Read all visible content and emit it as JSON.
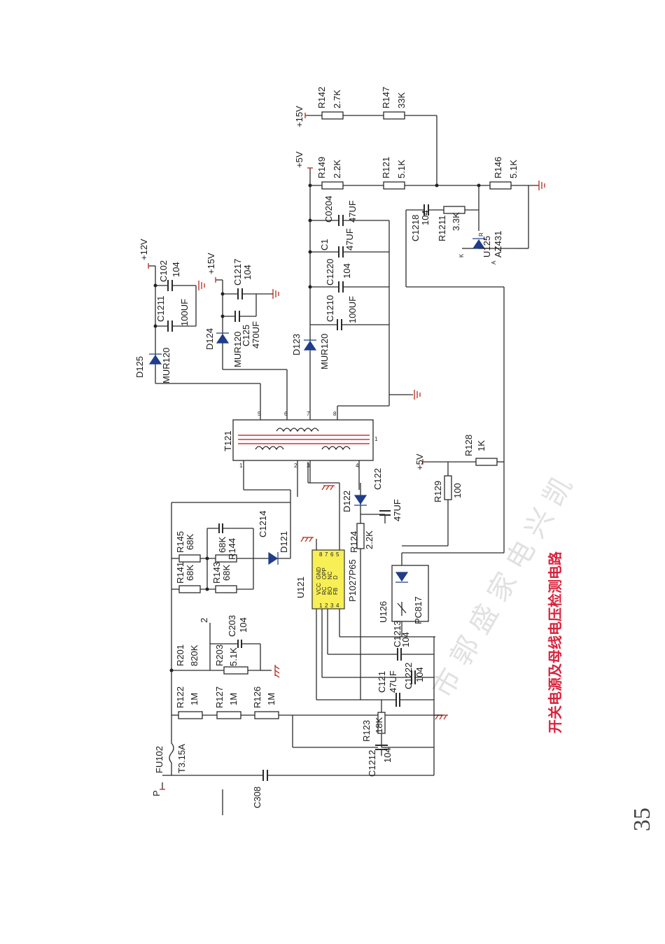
{
  "page": {
    "number": "35",
    "caption": "开关电源及母线电压检测电路",
    "watermark": "市 郭 盛 家 电 兴 凯"
  },
  "rails": {
    "p": "P",
    "v12": "+12V",
    "v15a": "+15V",
    "v15b": "+15V",
    "v5a": "+5V",
    "v5b": "+5V"
  },
  "components": {
    "fu102": {
      "ref": "FU102",
      "value": "T3.15A"
    },
    "c308": {
      "ref": "C308"
    },
    "r122": {
      "ref": "R122",
      "value": "1M"
    },
    "r127": {
      "ref": "R127",
      "value": "1M"
    },
    "r126": {
      "ref": "R126",
      "value": "1M"
    },
    "r201": {
      "ref": "R201",
      "value": "820K"
    },
    "r203": {
      "ref": "R203",
      "value": "5.1K"
    },
    "c203": {
      "ref": "C203",
      "value": "104"
    },
    "net2": "2",
    "r141": {
      "ref": "R141",
      "value": "68K"
    },
    "r143": {
      "ref": "R143",
      "value": "68K"
    },
    "r145": {
      "ref": "R145",
      "value": "68K"
    },
    "r144": {
      "ref": "R144",
      "value": "68K"
    },
    "c1214": {
      "ref": "C1214"
    },
    "d121": {
      "ref": "D121"
    },
    "t121": {
      "ref": "T121",
      "pins": [
        "1",
        "2",
        "3",
        "4",
        "5",
        "6",
        "7",
        "8"
      ],
      "sec_pin1": "1"
    },
    "u121": {
      "ref": "U121",
      "part": "P1027P65",
      "pins_left": [
        "1",
        "2",
        "3",
        "4"
      ],
      "pins_right": [
        "8",
        "7",
        "6",
        "5"
      ],
      "names": [
        "VCC",
        "GND",
        "RC",
        "OPP",
        "BO",
        "NC",
        "FB",
        "D"
      ]
    },
    "r124": {
      "ref": "R124",
      "value": "2.2K"
    },
    "d122": {
      "ref": "D122"
    },
    "c122": {
      "ref": "C122",
      "value": "47UF"
    },
    "r129": {
      "ref": "R129",
      "value": "100"
    },
    "r128": {
      "ref": "R128",
      "value": "1K"
    },
    "u126": {
      "ref": "U126",
      "part": "PC817"
    },
    "c1213": {
      "ref": "C1213",
      "value": "104"
    },
    "c121": {
      "ref": "C121",
      "value": "47UF"
    },
    "c1222": {
      "ref": "C1222",
      "value": "104"
    },
    "r123": {
      "ref": "R123",
      "value": "18K"
    },
    "c1212": {
      "ref": "C1212",
      "value": "104"
    },
    "d125": {
      "ref": "D125",
      "value": "MUR120"
    },
    "c1211": {
      "ref": "C1211",
      "value": "100UF"
    },
    "c102": {
      "ref": "C102",
      "value": "104"
    },
    "d124": {
      "ref": "D124",
      "value": "MUR120"
    },
    "c125": {
      "ref": "C125",
      "value": "470UF"
    },
    "c1217": {
      "ref": "C1217",
      "value": "104"
    },
    "d123": {
      "ref": "D123",
      "value": "MUR120"
    },
    "c1210": {
      "ref": "C1210",
      "value": "100UF"
    },
    "c1220": {
      "ref": "C1220",
      "value": "104"
    },
    "c1": {
      "ref": "C1",
      "value": "47UF"
    },
    "c0204": {
      "ref": "C0204",
      "value": "47UF"
    },
    "r142": {
      "ref": "R142",
      "value": "2.7K"
    },
    "r147": {
      "ref": "R147",
      "value": "33K"
    },
    "r149": {
      "ref": "R149",
      "value": "2.2K"
    },
    "r121": {
      "ref": "R121",
      "value": "5.1K"
    },
    "r146": {
      "ref": "R146",
      "value": "5.1K"
    },
    "c1218": {
      "ref": "C1218",
      "value": "104"
    },
    "r1211": {
      "ref": "R1211",
      "value": "3.3K"
    },
    "u125": {
      "ref": "U125",
      "part": "AZ431",
      "pin_k": "K",
      "pin_a": "A",
      "pin_r": "R"
    }
  },
  "colors": {
    "wire": "#2b2b2b",
    "ground": "#c0392b",
    "diode": "#1f3d8a",
    "ic": "#f7ef55",
    "caption": "#d8233c",
    "core": "#d0343c"
  }
}
